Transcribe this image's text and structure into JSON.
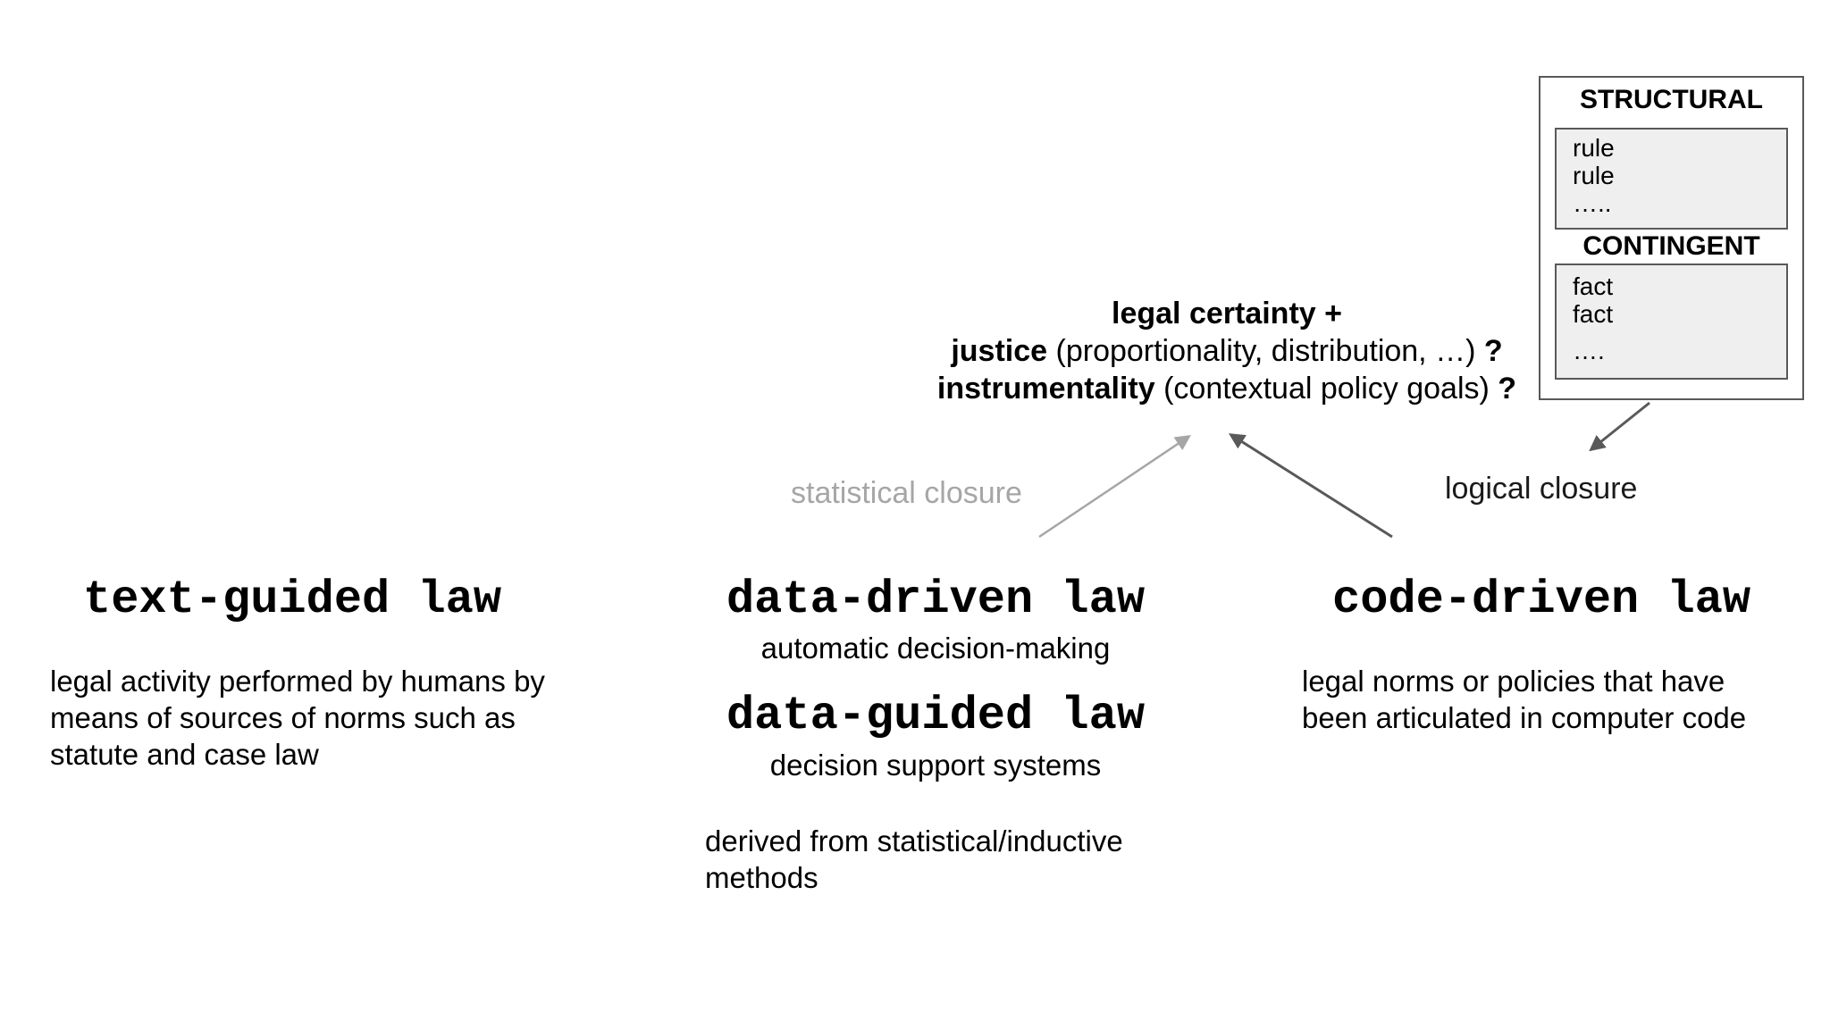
{
  "slide": {
    "goals": {
      "line1": "legal certainty +",
      "line2": {
        "bold": "justice",
        "rest": " (proportionality, distribution, …) ",
        "mark": "?"
      },
      "line3": {
        "bold": "instrumentality",
        "rest": " (contextual policy goals) ",
        "mark": "?"
      }
    },
    "closures": {
      "statistical": "statistical closure",
      "logical": "logical closure"
    },
    "text_guided": {
      "title": "text-guided law",
      "description_lines": [
        "legal activity performed by humans by",
        "means of sources of norms such as",
        "statute and case law"
      ]
    },
    "data_law": {
      "driven_title": "data-driven law",
      "driven_subtitle": "automatic decision-making",
      "guided_title": "data-guided law",
      "guided_subtitle": "decision support systems",
      "note_lines": [
        "derived from statistical/inductive",
        "methods"
      ]
    },
    "code_driven": {
      "title": "code-driven law",
      "description_lines": [
        "legal norms or policies that have",
        "been articulated in computer code"
      ]
    },
    "box": {
      "structural_label": "STRUCTURAL",
      "structural_items": [
        "rule",
        "rule",
        "….."
      ],
      "contingent_label": "CONTINGENT",
      "contingent_items": [
        "fact",
        "fact",
        "…."
      ]
    },
    "colors": {
      "gray_accent": "#a6a6a6",
      "dark_accent": "#595959",
      "box_fill": "#efefef",
      "text": "#000000"
    }
  }
}
